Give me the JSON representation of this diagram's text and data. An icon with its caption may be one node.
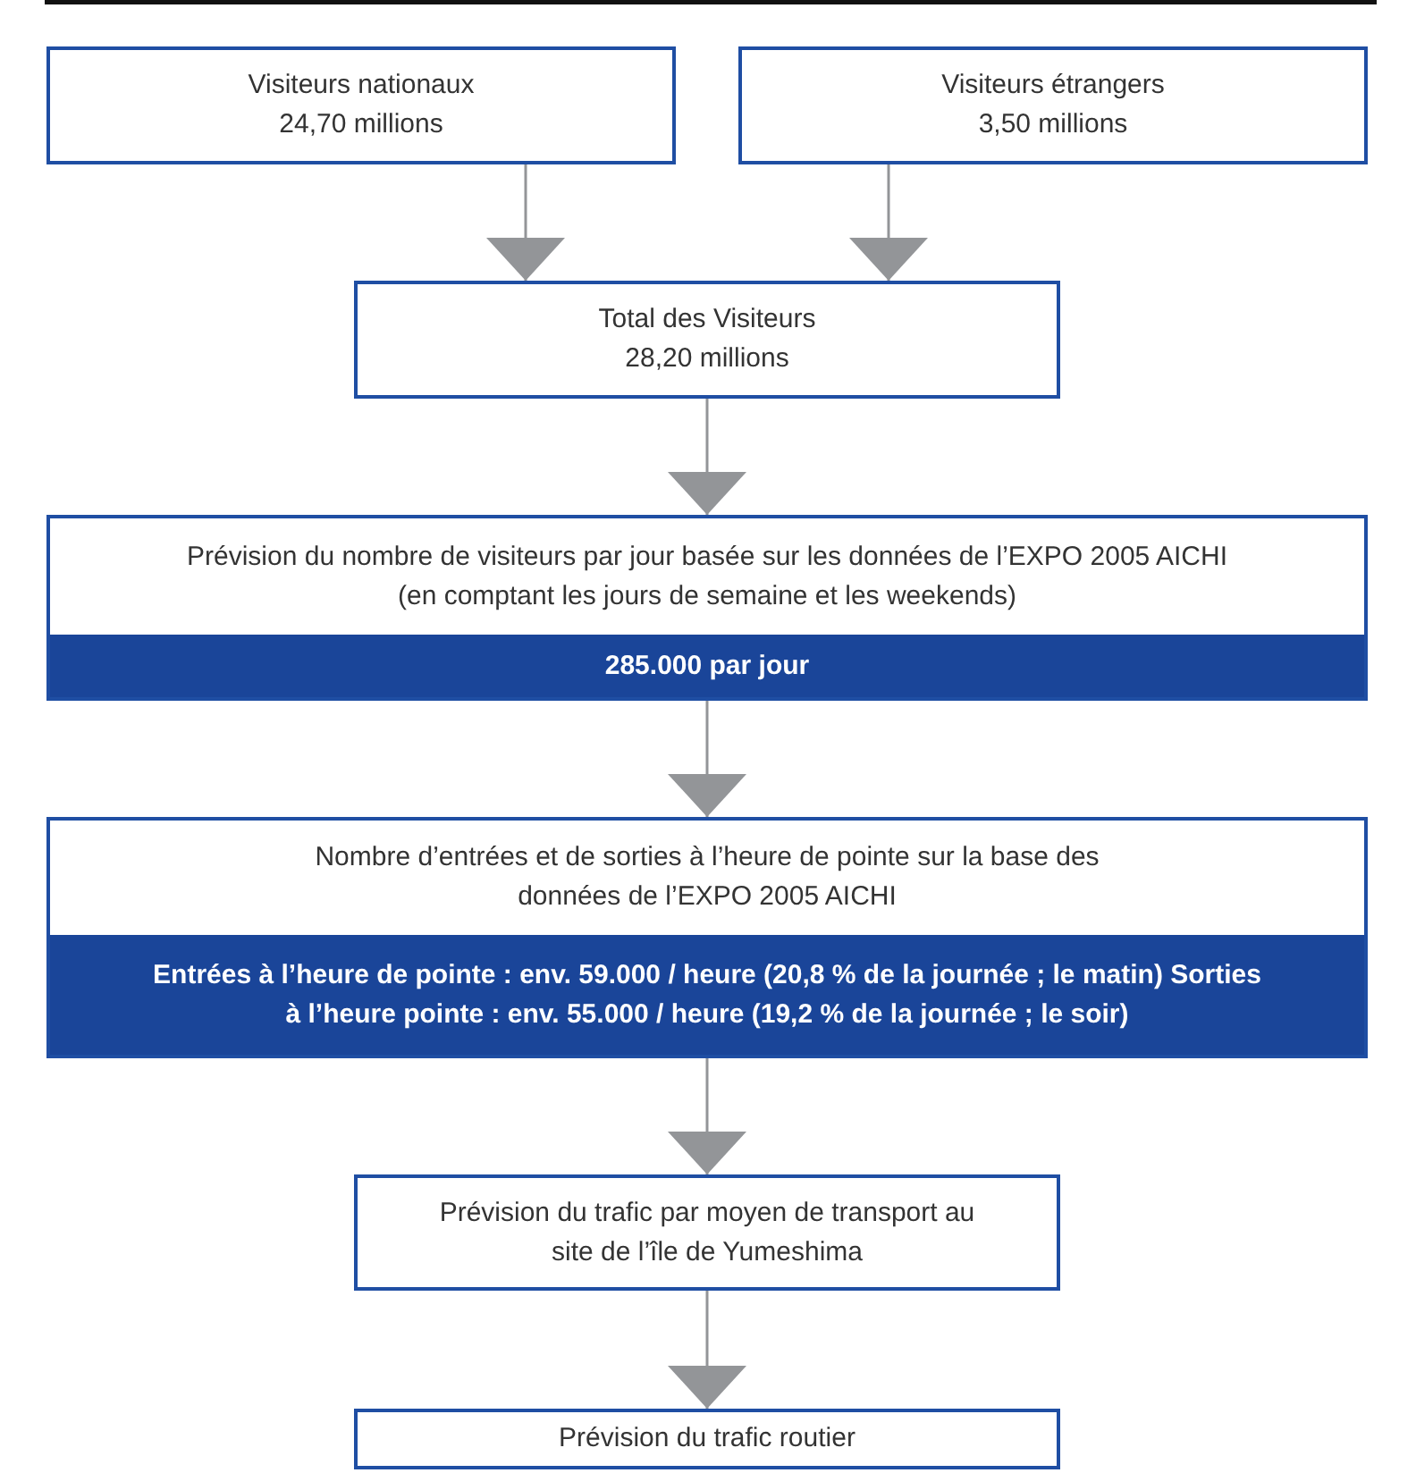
{
  "diagram": {
    "nodes": [
      {
        "text": [
          "Visiteurs nationaux 24,70 millions"
        ]
      },
      {
        "text": [
          "Visiteurs étrangers 3,50 millions"
        ]
      },
      {
        "text": [
          "Total des Visiteurs 28,20 millions"
        ]
      },
      {
        "text": [
          "Prévision du nombre de visiteurs par jour basée sur les données de l’EXPO 2005 AICHI (en comptant les jours de semaine et les weekends)",
          "285.000 par jour"
        ]
      },
      {
        "text": [
          "Nombre d’entrées et de sorties à l’heure de pointe sur la base des données de l’EXPO 2005 AICHI",
          "Entrées à l’heure de pointe : env. 59.000 / heure (20,8 % de la journée ; le matin) Sorties à l’heure pointe : env. 55.000 / heure (19,2 % de la journée ; le soir)"
        ]
      },
      {
        "text": [
          "Prévision du trafic par moyen de transport au site de l’île de Yumeshima"
        ]
      },
      {
        "text": [
          "Prévision du trafic routier"
        ]
      }
    ],
    "edges": [
      {
        "from": 0,
        "to": 2,
        "arrow": "to"
      },
      {
        "from": 1,
        "to": 2,
        "arrow": "to"
      },
      {
        "from": 2,
        "to": 3,
        "arrow": "to"
      },
      {
        "from": 3,
        "to": 4,
        "arrow": "to"
      },
      {
        "from": 4,
        "to": 5,
        "arrow": "to"
      },
      {
        "from": 5,
        "to": 6,
        "arrow": "to"
      }
    ]
  }
}
